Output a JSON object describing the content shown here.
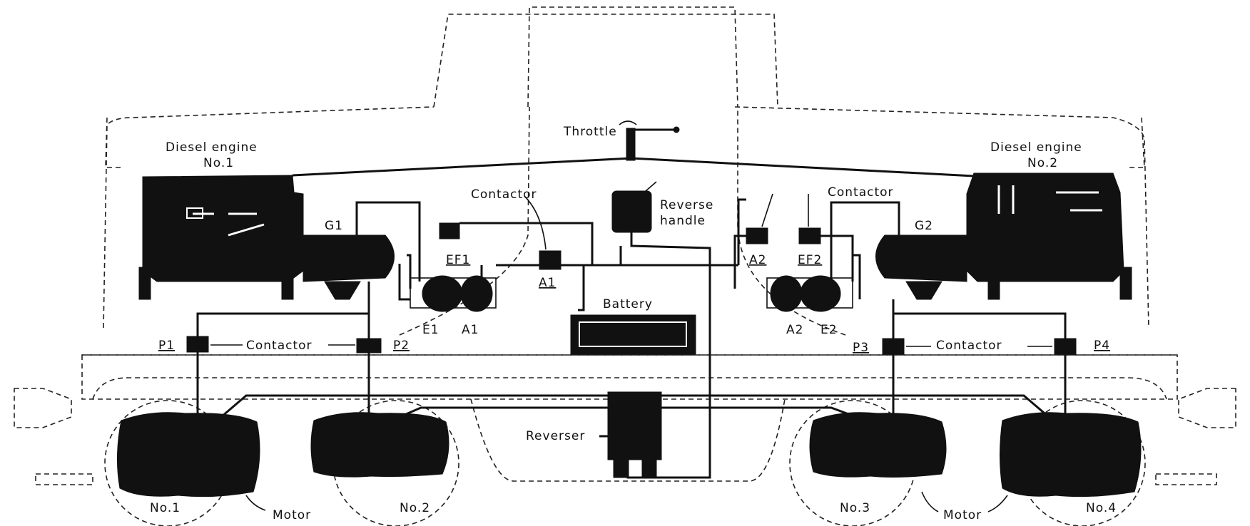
{
  "labels": {
    "throttle": "Throttle",
    "engine1_line1": "Diesel engine",
    "engine1_line2": "No.1",
    "engine2_line1": "Diesel engine",
    "engine2_line2": "No.2",
    "contactor": "Contactor",
    "reverse_line1": "Reverse",
    "reverse_line2": "handle",
    "g1": "G1",
    "g2": "G2",
    "ef1": "EF1",
    "ef2": "EF2",
    "a1": "A1",
    "a2": "A2",
    "e1": "E1",
    "e2": "E2",
    "battery": "Battery",
    "p1": "P1",
    "p2": "P2",
    "p3": "P3",
    "p4": "P4",
    "reverser": "Reverser",
    "motor": "Motor",
    "no1": "No.1",
    "no2": "No.2",
    "no3": "No.3",
    "no4": "No.4"
  }
}
